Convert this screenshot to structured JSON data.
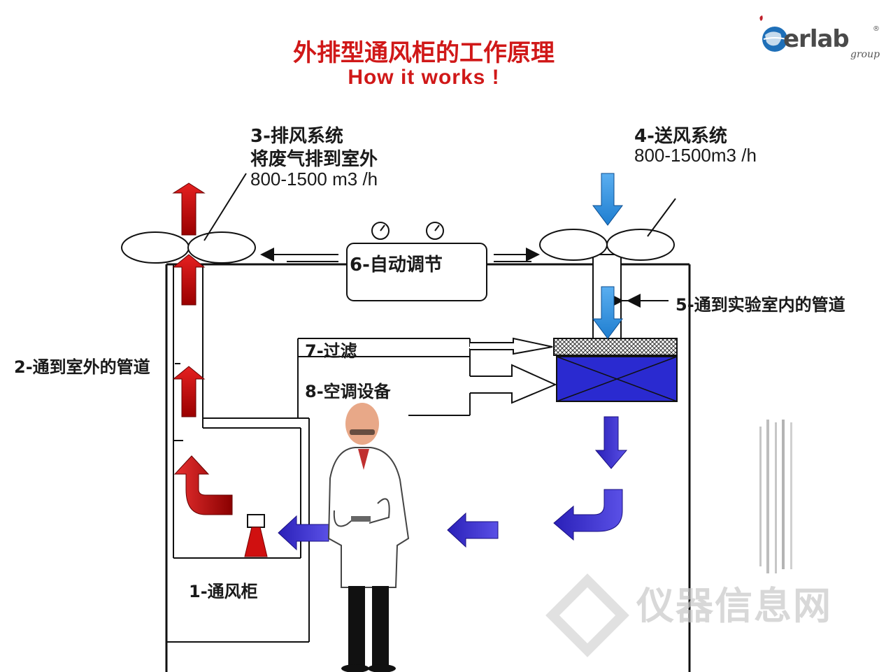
{
  "title": {
    "chinese": "外排型通风柜的工作原理",
    "english": "How it works !"
  },
  "logo": {
    "name": "erlab",
    "subtitle": "group",
    "registered_mark": "®"
  },
  "components": {
    "exhaust": {
      "name": "3-排风系统",
      "desc": "将废气排到室外",
      "flow": "800-1500 m3 /h"
    },
    "supply": {
      "name": "4-送风系统",
      "flow": "800-1500m3 /h"
    },
    "auto_control": {
      "name": "6-自动调节"
    },
    "duct_in": {
      "name": "5-通到实验室内的管道"
    },
    "duct_out": {
      "name": "2-通到室外的管道"
    },
    "filter": {
      "name": "7-过滤"
    },
    "hvac": {
      "name": "8-空调设备"
    },
    "fume_hood": {
      "name": "1-通风柜"
    }
  },
  "colors": {
    "title": "#d01818",
    "exhaust_arrow": "#c40000",
    "supply_arrow_light": "#2f8fe0",
    "supply_arrow_dark": "#3a30c8",
    "hvac_unit": "#2a2ad0",
    "watermark": "#c8c8c8"
  },
  "watermark": {
    "text": "仪器信息网"
  }
}
